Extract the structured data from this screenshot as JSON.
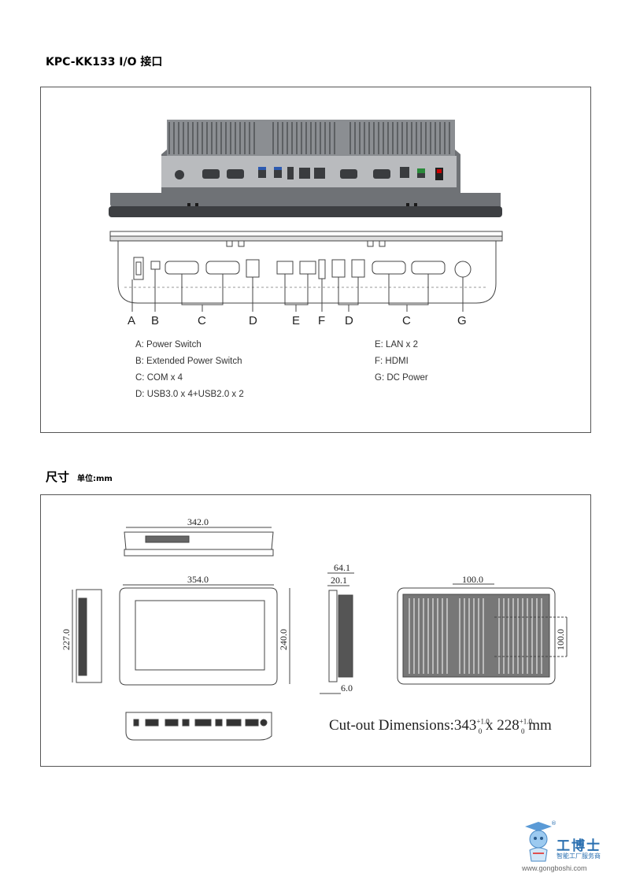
{
  "section1": {
    "title": "KPC-KK133  I/O 接口"
  },
  "section2": {
    "title": "尺寸",
    "unit": "单位:mm"
  },
  "port_letters": [
    "A",
    "B",
    "C",
    "D",
    "E",
    "F",
    "D",
    "C",
    "G"
  ],
  "legend_left": [
    "A: Power Switch",
    "B: Extended Power Switch",
    "C: COM x 4",
    "D: USB3.0 x 4+USB2.0 x 2"
  ],
  "legend_right": [
    "E: LAN x 2",
    "F: HDMI",
    "G: DC Power"
  ],
  "dimensions": {
    "top_width": "342.0",
    "front_width": "354.0",
    "front_height": "240.0",
    "side_height": "227.0",
    "depth_total": "64.1",
    "depth_bezel": "20.1",
    "depth_panel": "6.0",
    "mount_h": "100.0",
    "mount_v": "100.0"
  },
  "cutout": {
    "label": "Cut-out Dimensions:343",
    "w_tol": "+1.0",
    "w_low": "0",
    "sep": " x 228",
    "h_tol": "+1.0",
    "h_low": "0",
    "unit": " mm"
  },
  "logo": {
    "name": "工博士",
    "tagline": "智能工厂服务商",
    "url": "www.gongboshi.com",
    "reg": "®"
  }
}
